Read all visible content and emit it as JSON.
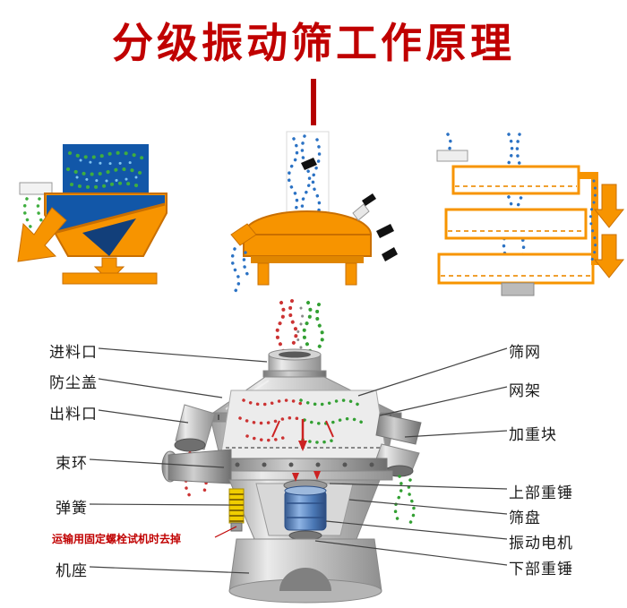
{
  "title": "分级振动筛工作原理",
  "diagram": {
    "left_labels": [
      "进料口",
      "防尘盖",
      "出料口",
      "束环",
      "弹簧",
      "机座"
    ],
    "note": "运输用固定螺栓试机时去掉",
    "right_labels": [
      "筛网",
      "网架",
      "加重块",
      "上部重锤",
      "筛盘",
      "振动电机",
      "下部重锤"
    ]
  },
  "colors": {
    "title_red": "#c00000",
    "note_red": "#c00000",
    "machine_orange": "#f79400",
    "machine_orange_outline": "#c96f00",
    "particle_red": "#cc3333",
    "particle_green": "#33a033",
    "particle_blue": "#2b72c4",
    "feed_box_blue": "#1257a8",
    "motor_blue": "#4f7fbf",
    "spring_yellow": "#f0cd00",
    "metal_gray": "#c2c2c2"
  }
}
